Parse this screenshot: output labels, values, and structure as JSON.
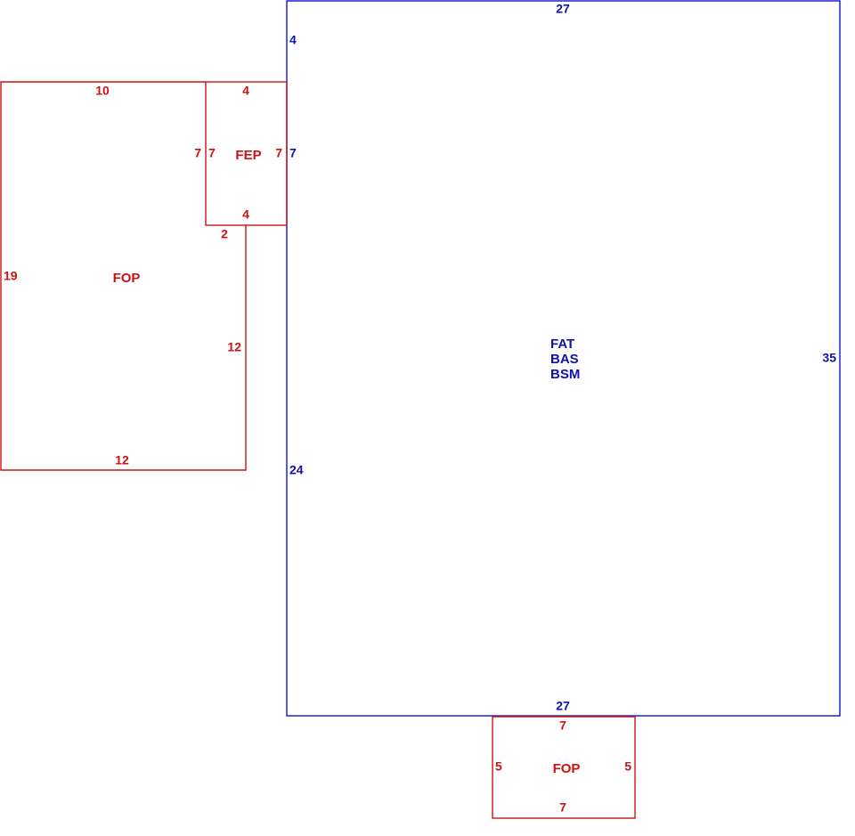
{
  "colors": {
    "main_structure": "#1010d0",
    "main_text": "#1010b0",
    "additions": "#d01010"
  },
  "main_structure": {
    "codes": [
      "FAT",
      "BAS",
      "BSM"
    ],
    "dimensions": {
      "top": "27",
      "bottom": "27",
      "right": "35",
      "left_upper": "4",
      "left_middle": "7",
      "left_lower": "24"
    }
  },
  "fep": {
    "code": "FEP",
    "dimensions": {
      "top": "4",
      "bottom": "4",
      "left_outer": "7",
      "left_inner": "7",
      "right": "7"
    }
  },
  "fop_left": {
    "code": "FOP",
    "dimensions": {
      "top": "10",
      "left": "19",
      "bottom": "12",
      "right": "12",
      "step": "2"
    }
  },
  "fop_bottom": {
    "code": "FOP",
    "dimensions": {
      "top": "7",
      "bottom": "7",
      "left": "5",
      "right": "5"
    }
  }
}
